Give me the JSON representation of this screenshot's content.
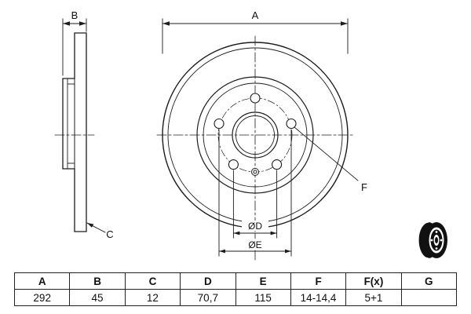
{
  "drawing": {
    "dim_a": "A",
    "dim_b": "B",
    "dim_c": "C",
    "dim_f": "F",
    "dia_d": "ØD",
    "dia_e": "ØE"
  },
  "icons": {
    "pictogram": "brake-disc-3d-icon"
  },
  "table": {
    "headers": [
      "A",
      "B",
      "C",
      "D",
      "E",
      "F",
      "F(x)",
      "G"
    ],
    "values": [
      "292",
      "45",
      "12",
      "70,7",
      "115",
      "14-14,4",
      "5+1",
      ""
    ]
  }
}
